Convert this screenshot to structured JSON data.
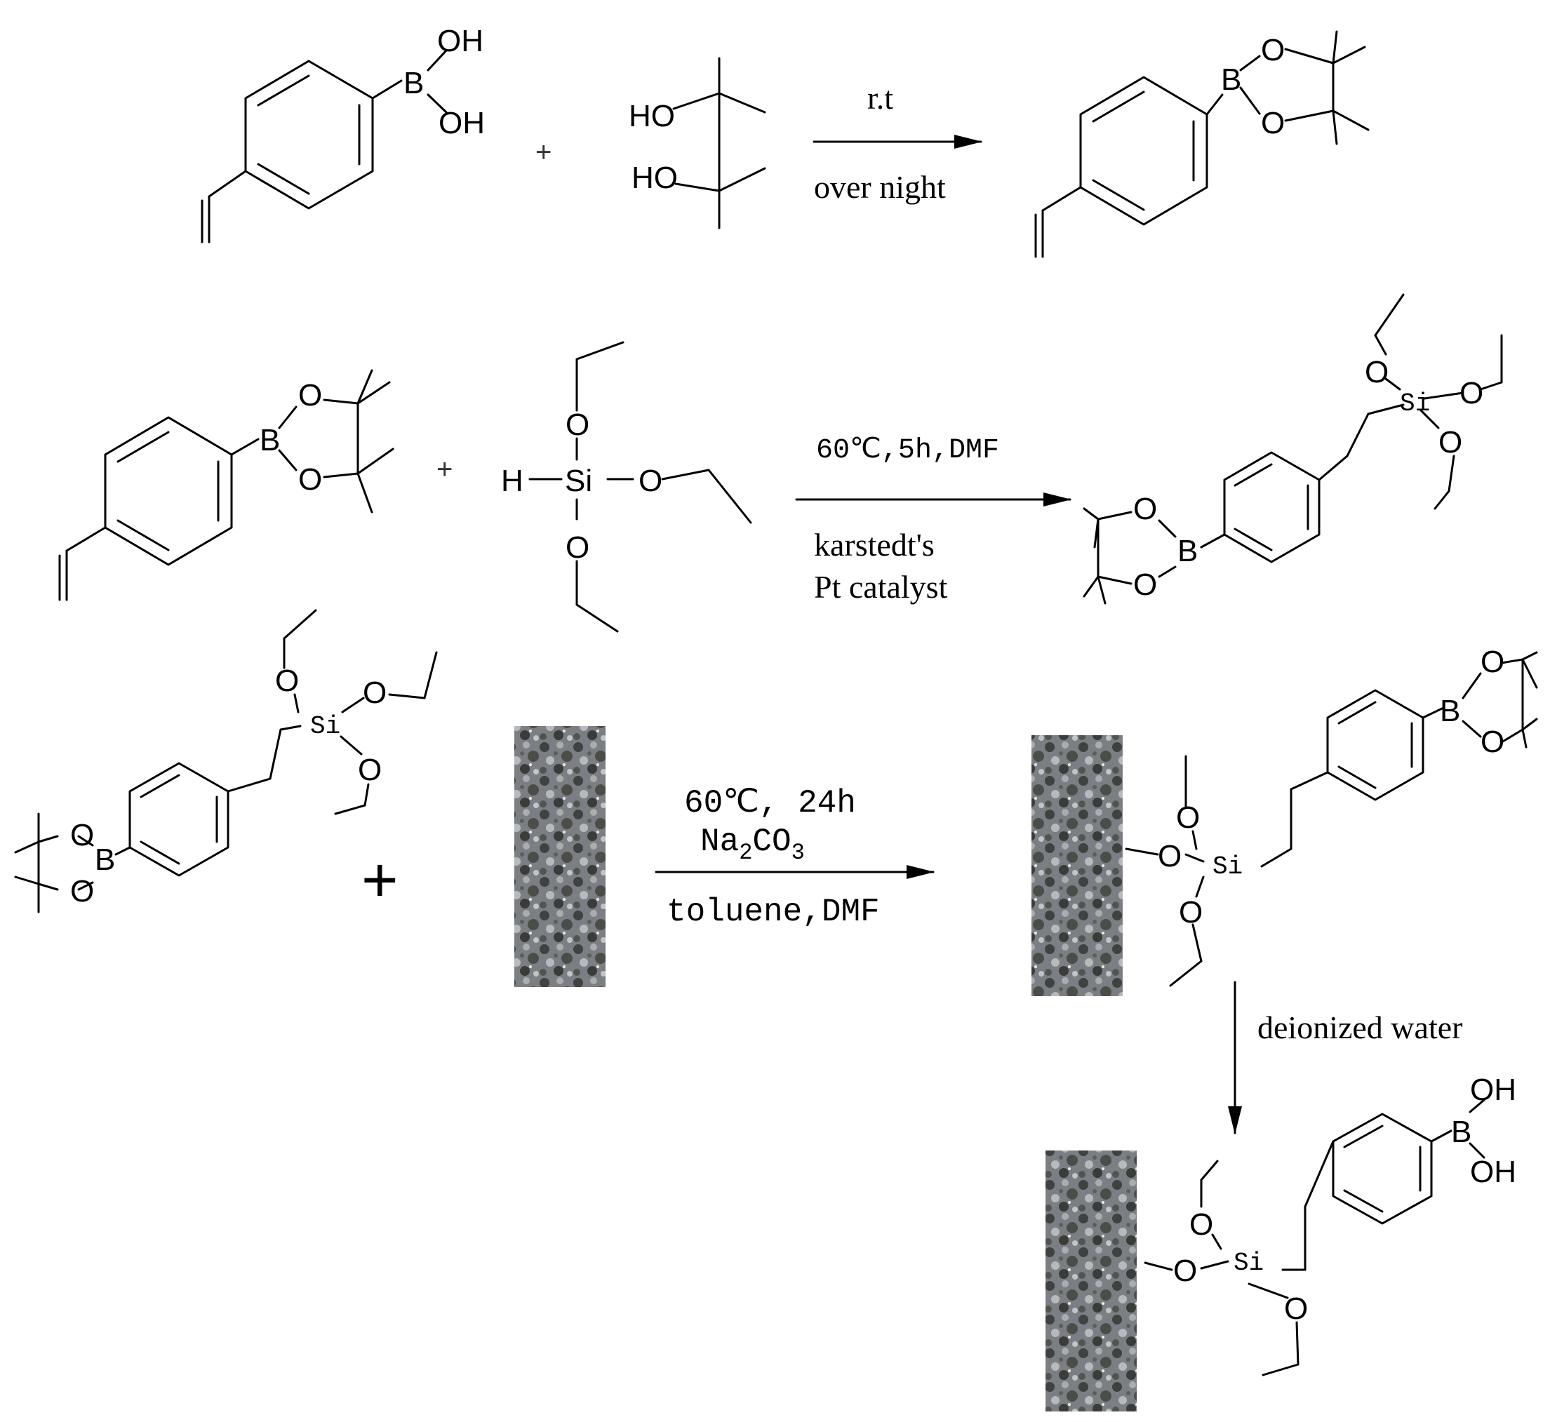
{
  "step1": {
    "reactant1": {
      "oh_top": "OH",
      "oh_bottom": "OH",
      "boron": "B"
    },
    "plus": "+",
    "reactant2": {
      "ho_top": "HO",
      "ho_bottom": "HO"
    },
    "condition_top": "r.t",
    "condition_bottom": "over night",
    "product": {
      "boron": "B",
      "o_top": "O",
      "o_bottom": "O"
    }
  },
  "step2": {
    "reactant1": {
      "boron": "B",
      "o_top": "O",
      "o_bottom": "O"
    },
    "plus": "+",
    "reactant2": {
      "h": "H",
      "si": "Si",
      "o_top": "O",
      "o_right": "O",
      "o_bottom": "O"
    },
    "condition_top": "60℃,5h,DMF",
    "condition_bottom_1": "karstedt's",
    "condition_bottom_2": "Pt catalyst",
    "product": {
      "si": "Si",
      "o_1": "O",
      "o_2": "O",
      "o_3": "O",
      "o_bo_top": "O",
      "o_bo_bottom": "O",
      "boron": "B"
    }
  },
  "step3": {
    "reactant1": {
      "si": "Si",
      "o_1": "O",
      "o_2": "O",
      "o_3": "O",
      "o_bo_top": "O",
      "o_bo_bottom": "O",
      "boron": "B"
    },
    "plus": "+",
    "condition_top": "60℃, 24h",
    "condition_mid": {
      "prefix": "Na",
      "sub1": "2",
      "mid": "CO",
      "sub2": "3"
    },
    "condition_bottom": "toluene,DMF",
    "product": {
      "si": "Si",
      "o_1": "O",
      "o_2": "O",
      "o_3": "O",
      "boron": "B",
      "o_bo_top": "O",
      "o_bo_bottom": "O"
    }
  },
  "step4": {
    "condition": "deionized water",
    "product": {
      "si": "Si",
      "o_1": "O",
      "o_2": "O",
      "o_3": "O",
      "boron": "B",
      "oh_top": "OH",
      "oh_bottom": "OH"
    }
  },
  "colors": {
    "ink": "#000000",
    "substrate": "#6b6f74"
  }
}
